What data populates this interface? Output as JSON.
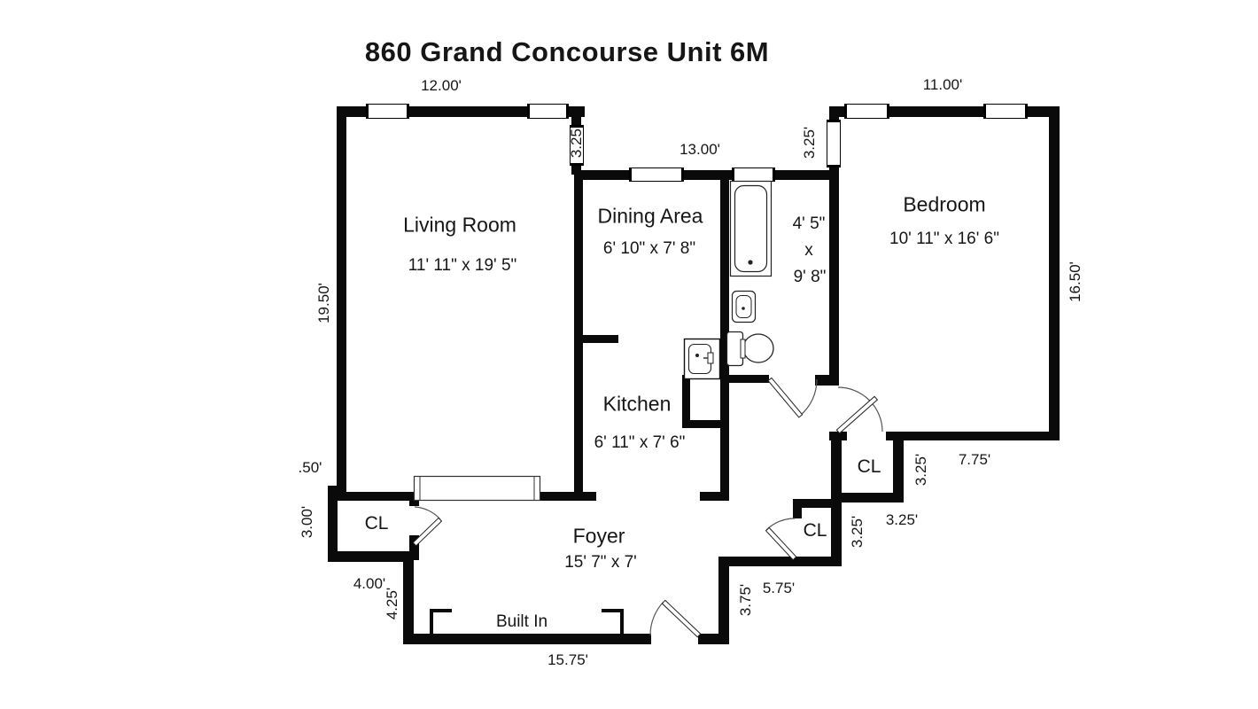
{
  "title": "860 Grand Concourse Unit 6M",
  "rooms": {
    "living": {
      "name": "Living Room",
      "dims": "11' 11\" x 19' 5\""
    },
    "dining": {
      "name": "Dining Area",
      "dims": "6' 10\" x 7' 8\""
    },
    "kitchen": {
      "name": "Kitchen",
      "dims": "6' 11\" x 7' 6\""
    },
    "bedroom": {
      "name": "Bedroom",
      "dims": "10' 11\" x 16' 6\""
    },
    "bathroom": {
      "w": "4' 5\"",
      "sep": "x",
      "h": "9' 8\""
    },
    "foyer": {
      "name": "Foyer",
      "dims": "15' 7\" x 7'"
    },
    "closet_label": "CL",
    "built_in": "Built In"
  },
  "dims": {
    "living_top": "12.00'",
    "living_left": "19.50'",
    "offset_left": "3.25'",
    "dining_top": "13.00'",
    "offset_right": "3.25'",
    "bedroom_top": "11.00'",
    "bedroom_right": "16.50'",
    "ledge": ".50'",
    "cl_left_h": "3.00'",
    "cl_left_w": "4.00'",
    "west_lower": "4.25'",
    "south": "15.75'",
    "foyer_east": "3.75'",
    "foyer_cl_w": "5.75'",
    "foyer_cl_e": "3.25'",
    "foyer_cl_top": "3.25'",
    "bed_cl_e": "3.25'",
    "bed_cl_bottom": "7.75'"
  },
  "colors": {
    "wall": "#0a0a0a",
    "background": "#ffffff",
    "text": "#161616"
  }
}
